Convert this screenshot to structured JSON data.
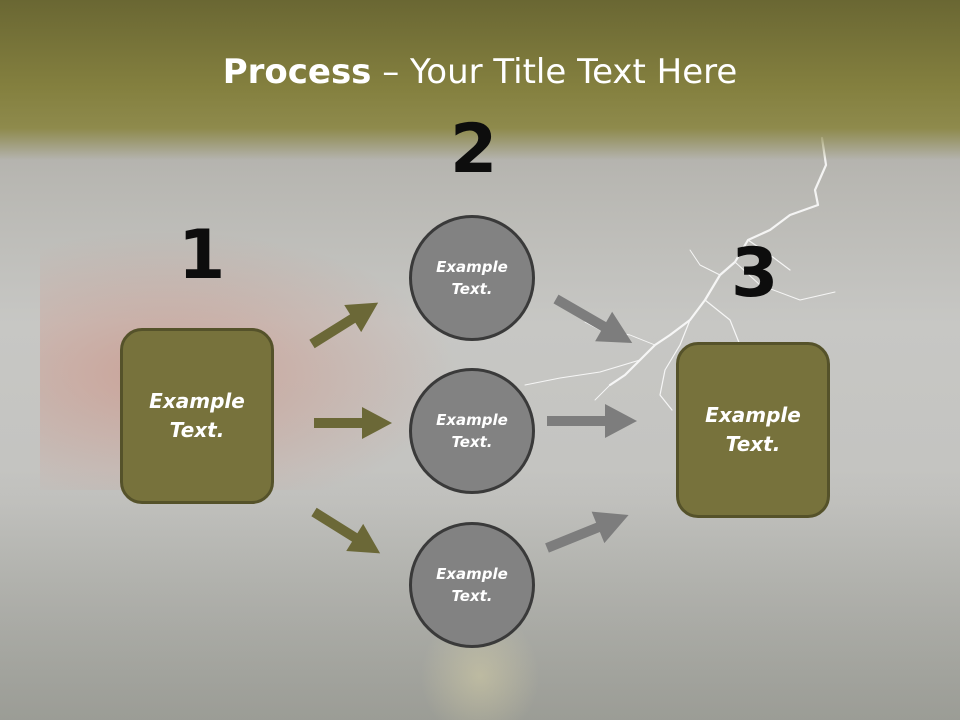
{
  "slide": {
    "title_bold": "Process",
    "title_rest": " – Your Title Text Here"
  },
  "steps": [
    {
      "number": "1",
      "lines": [
        "Example",
        "Text."
      ]
    },
    {
      "number": "2",
      "lines": [
        "Example",
        "Text."
      ]
    },
    {
      "number": "3",
      "lines": [
        "Example",
        "Text."
      ]
    }
  ],
  "circles": [
    {
      "lines": [
        "Example",
        "Text."
      ]
    },
    {
      "lines": [
        "Example",
        "Text."
      ]
    },
    {
      "lines": [
        "Example",
        "Text."
      ]
    }
  ],
  "colors": {
    "box_fill": "#77723c",
    "left_arrows": "#6b6837",
    "right_arrows": "#7d7d7d",
    "circle_fill": "#828282"
  }
}
